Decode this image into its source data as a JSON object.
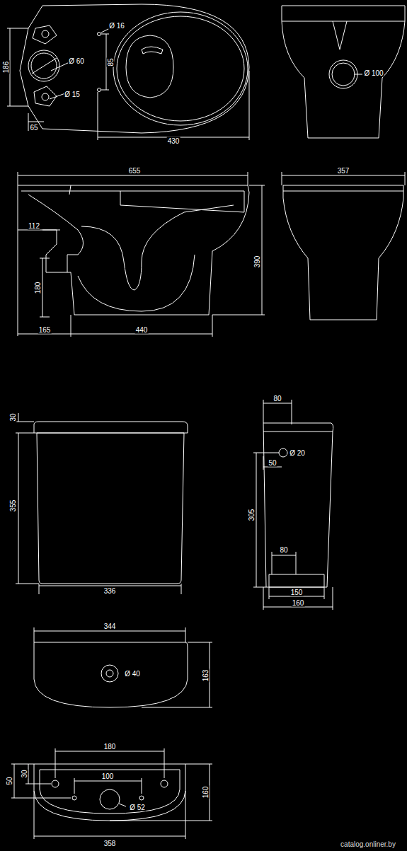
{
  "diagram": {
    "labels": [
      "186",
      "Ø 16",
      "Ø 60",
      "85",
      "Ø 15",
      "65",
      "430",
      "Ø 100",
      "655",
      "112",
      "180",
      "165",
      "440",
      "390",
      "357",
      "30",
      "355",
      "336",
      "80",
      "Ø 20",
      "50",
      "305",
      "80",
      "150",
      "160",
      "344",
      "Ø 40",
      "163",
      "180",
      "50",
      "30",
      "100",
      "Ø 52",
      "160",
      "358",
      "catalog.onliner.by"
    ]
  }
}
